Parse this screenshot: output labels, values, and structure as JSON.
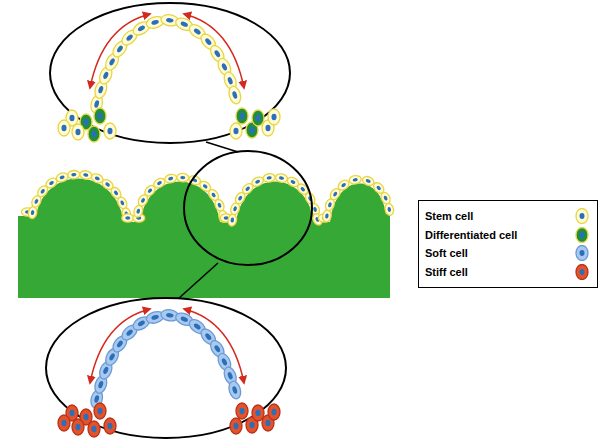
{
  "diagram": {
    "legend": [
      {
        "text": "Stem cell"
      },
      {
        "text": "Differentiated cell"
      },
      {
        "text": "Soft cell"
      },
      {
        "text": "Stiff cell"
      }
    ]
  }
}
